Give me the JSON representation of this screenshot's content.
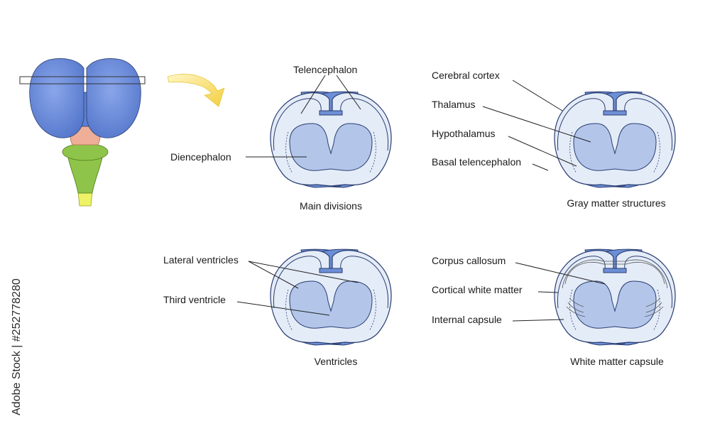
{
  "labels": {
    "telencephalon": "Telencephalon",
    "diencephalon": "Diencephalon",
    "cerebral_cortex": "Cerebral cortex",
    "thalamus": "Thalamus",
    "hypothalamus": "Hypothalamus",
    "basal_telencephalon": "Basal telencephalon",
    "lateral_ventricles": "Lateral ventricles",
    "third_ventricle": "Third ventricle",
    "corpus_callosum": "Corpus callosum",
    "cortical_white_matter": "Cortical white matter",
    "internal_capsule": "Internal capsule"
  },
  "captions": {
    "main_divisions": "Main divisions",
    "gray_matter": "Gray matter structures",
    "ventricles": "Ventricles",
    "white_matter": "White matter capsule"
  },
  "watermark": "Adobe Stock | #252778280",
  "colors": {
    "outer_shell": "#e4ecf8",
    "cortex_rim": "#6d8fd6",
    "deep_nuclei": "#b3c6ea",
    "brain_blue": "#6f8fdc",
    "midbrain_pink": "#efae97",
    "brainstem_green": "#8fc44a",
    "spinal_yellow": "#eef266",
    "arrow_yellow": "#f6d95b"
  }
}
